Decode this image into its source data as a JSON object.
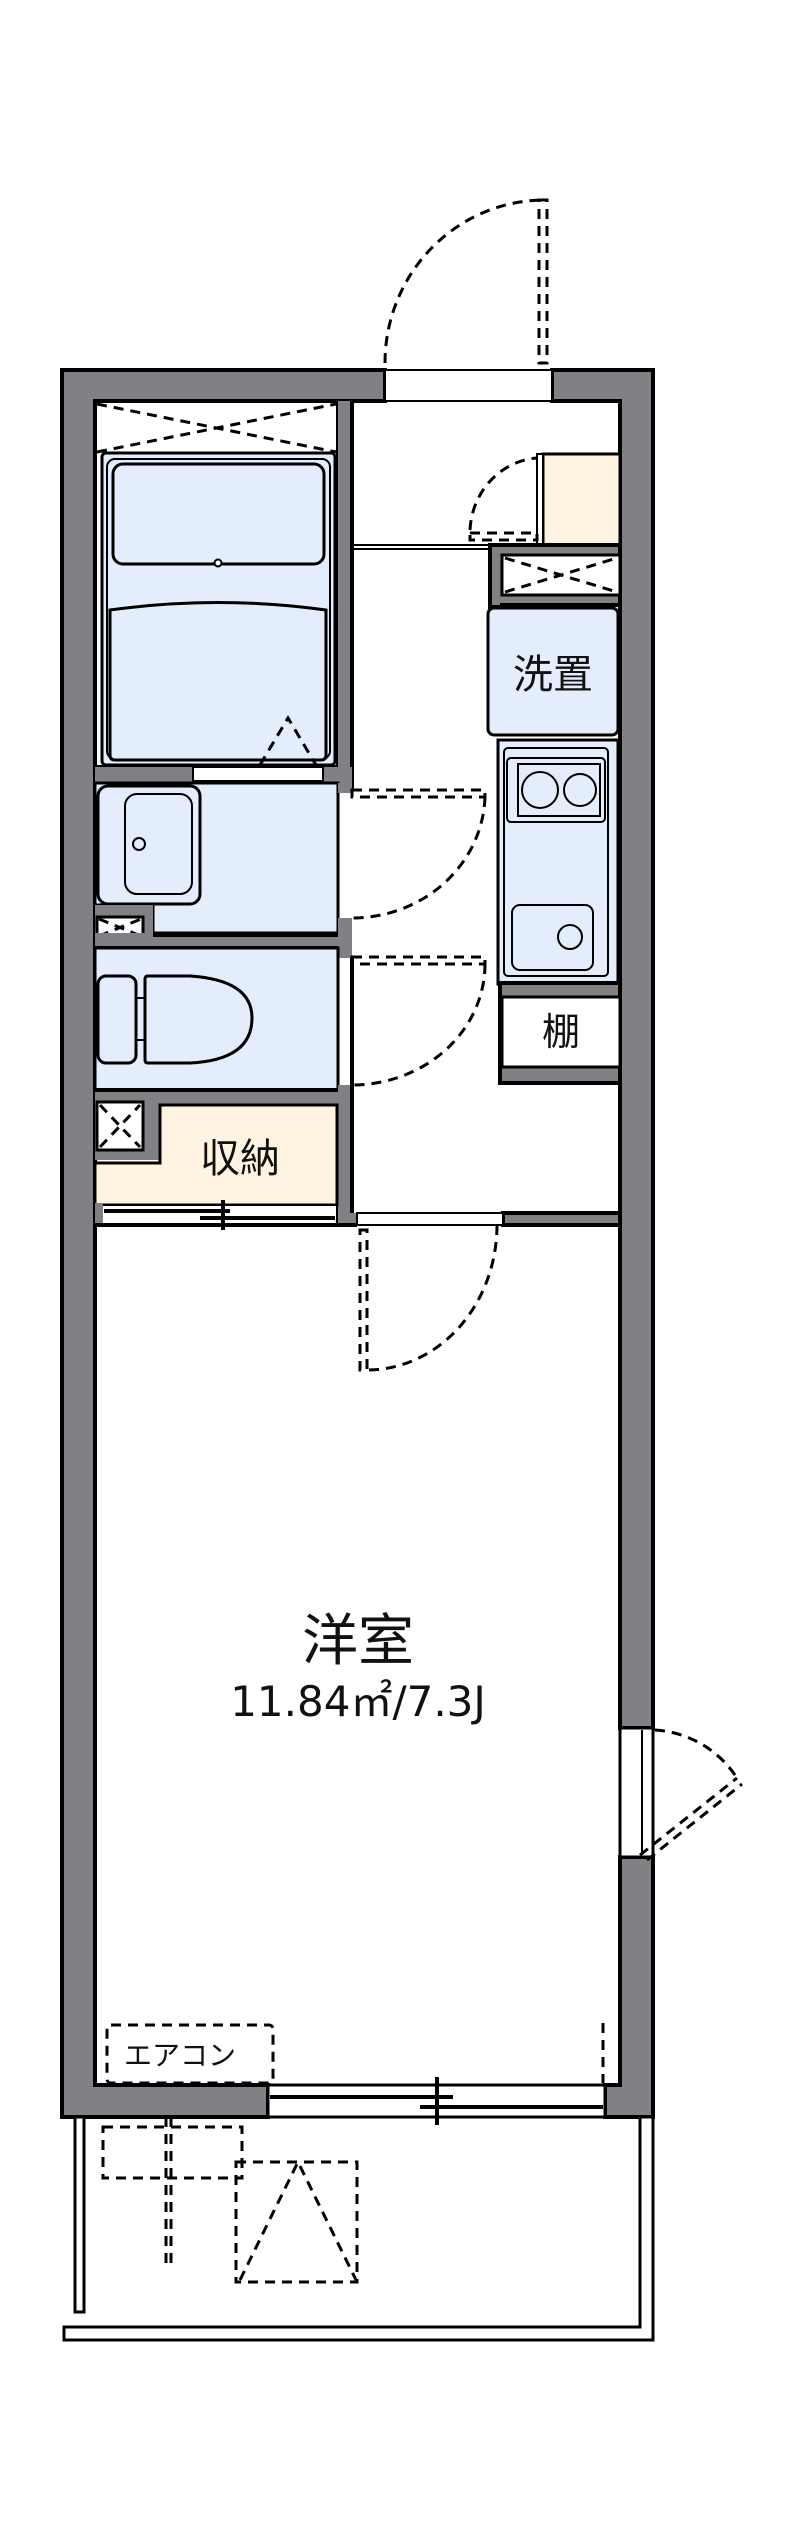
{
  "floorplan": {
    "title": "1K floor plan",
    "rooms": {
      "western_room": {
        "label": "洋室",
        "area": "11.84㎡/7.3J"
      },
      "storage": {
        "label": "収納"
      },
      "washer_space": {
        "label": "洗置"
      },
      "shelf": {
        "label": "棚"
      },
      "air_conditioner": {
        "label": "エアコン"
      }
    },
    "colors": {
      "wall": "#808085",
      "wet_area": "#e3edfb",
      "storage": "#fff4e2"
    }
  }
}
